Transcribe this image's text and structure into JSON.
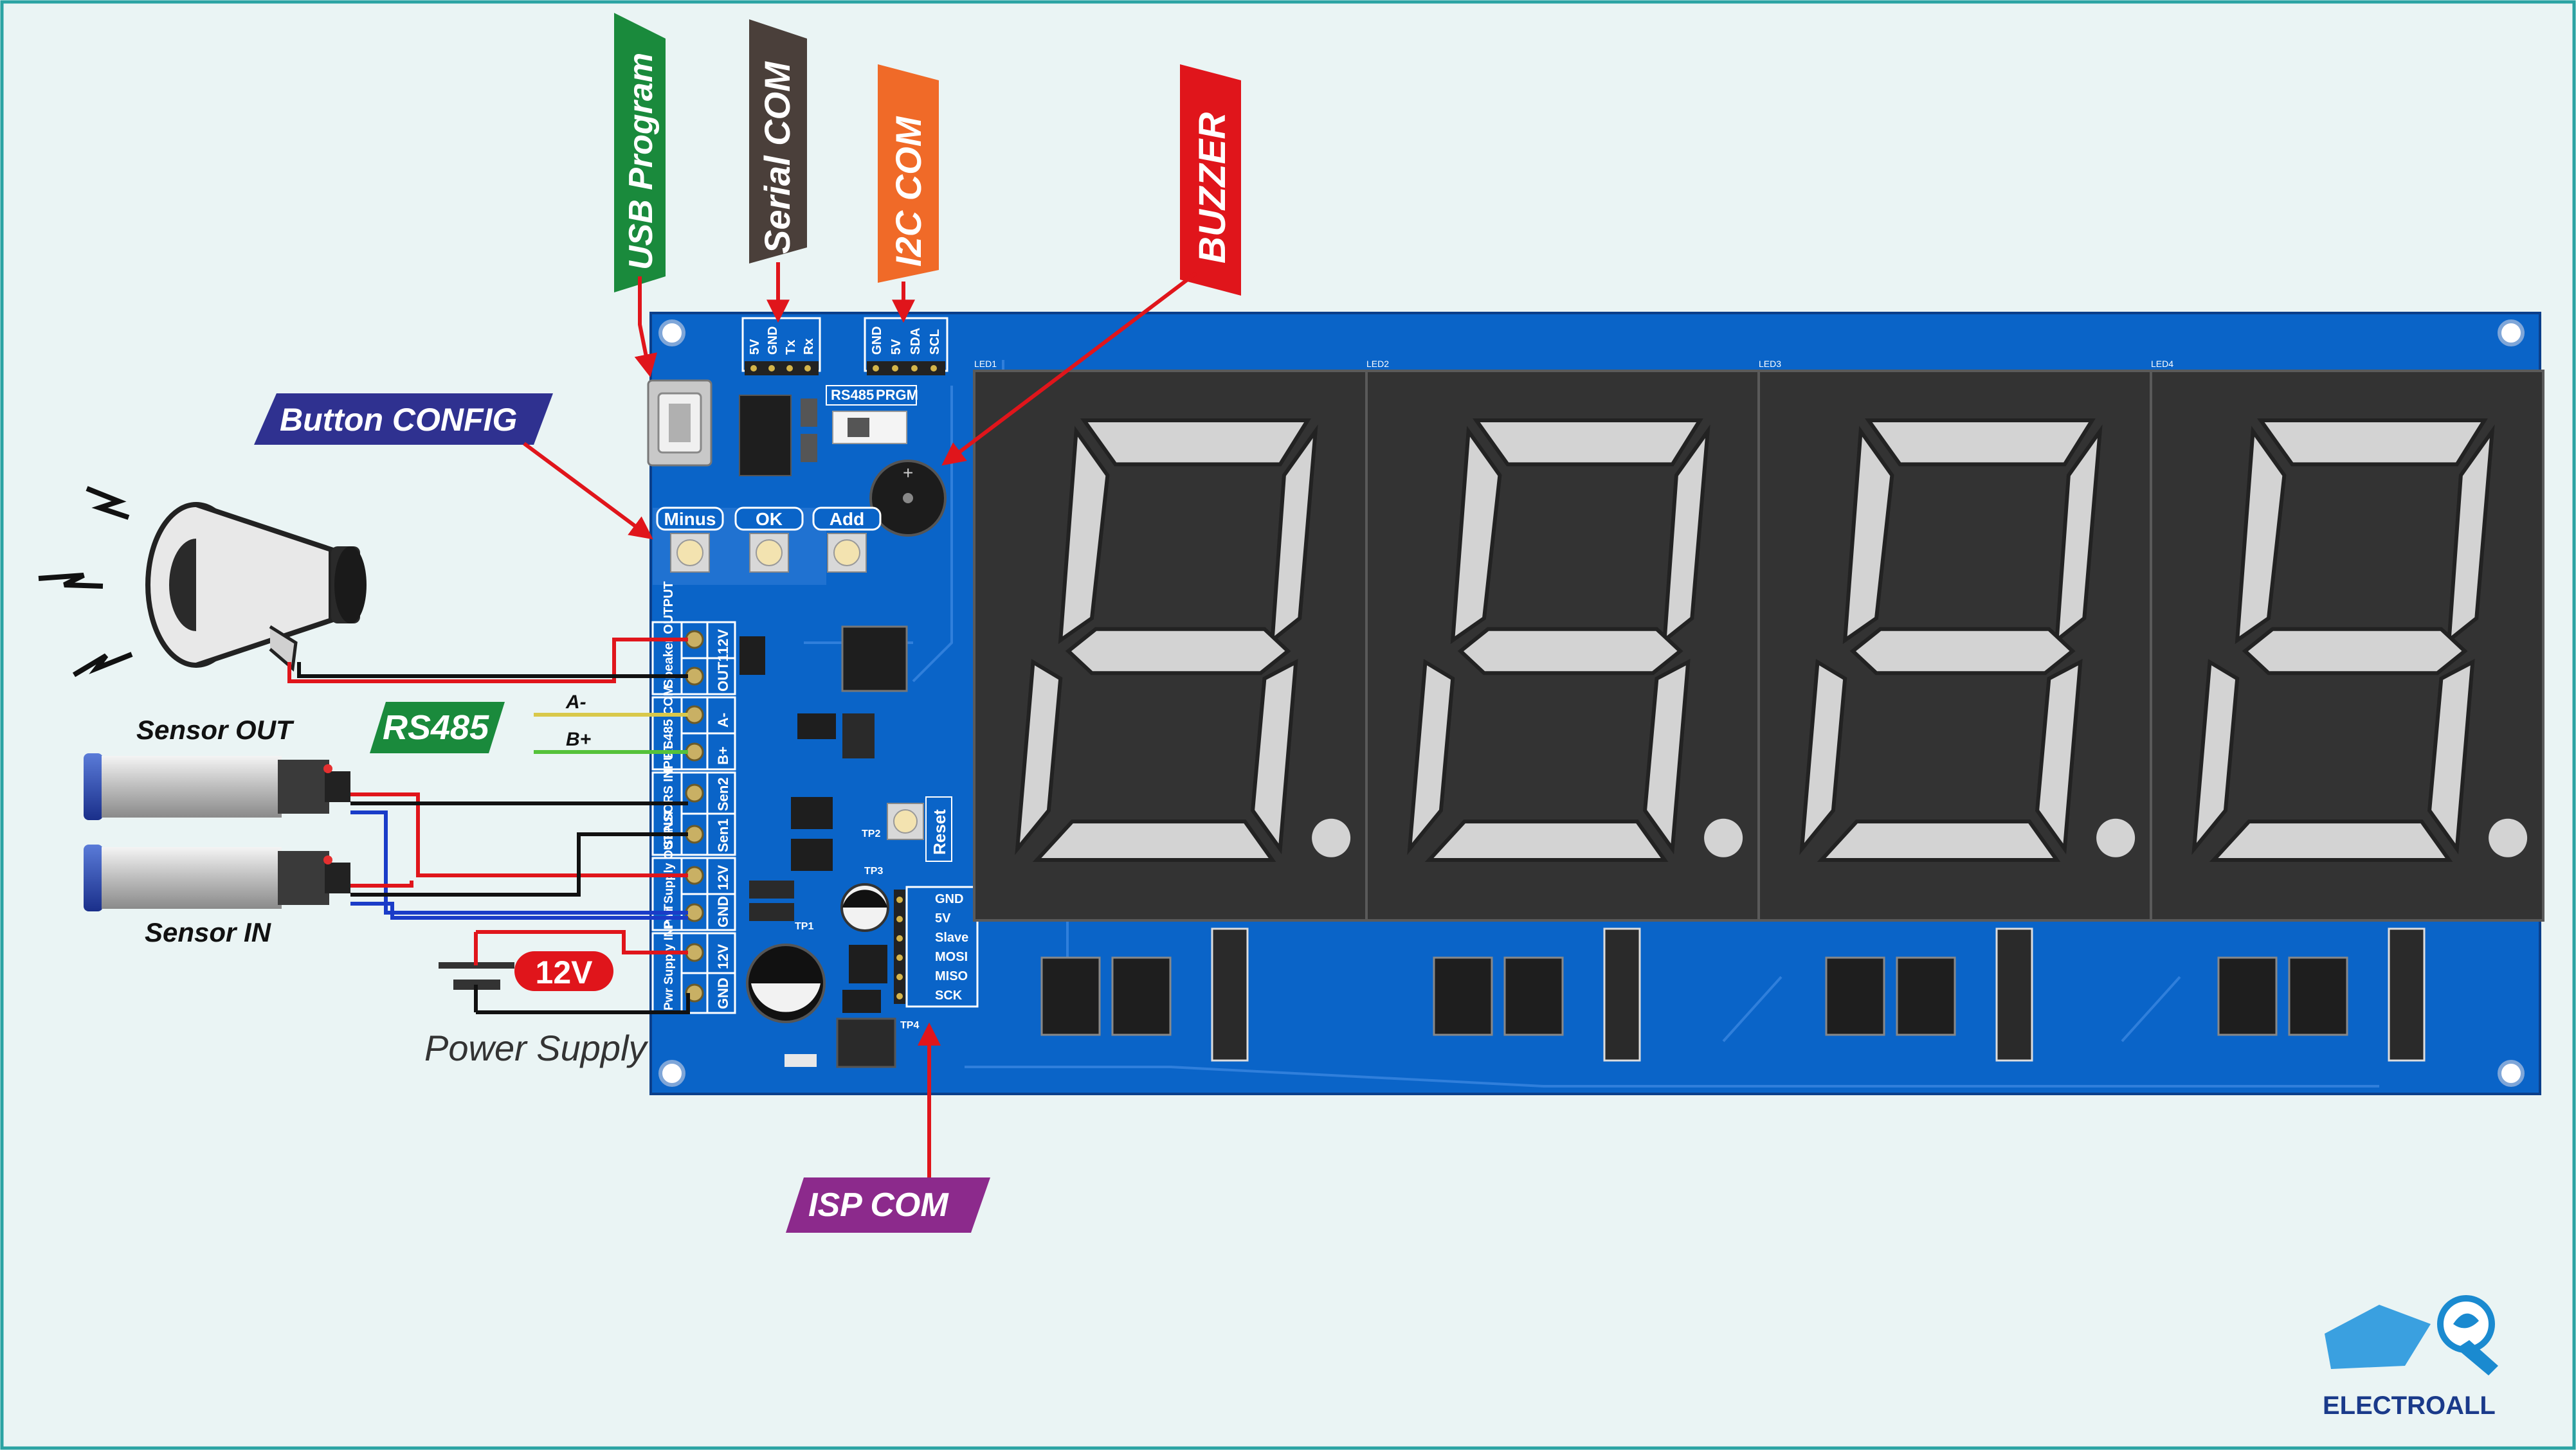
{
  "labels": {
    "usb_program": "USB Program",
    "serial_com": "Serial COM",
    "i2c_com": "I2C COM",
    "buzzer": "BUZZER",
    "button_config": "Button CONFIG",
    "rs485": "RS485",
    "isp_com": "ISP COM",
    "sensor_out": "Sensor OUT",
    "sensor_in": "Sensor IN",
    "power_supply": "Power Supply",
    "voltage": "12V",
    "wire_a": "A-",
    "wire_b": "B+"
  },
  "board": {
    "serial_pins": [
      "5V",
      "GND",
      "Tx",
      "Rx"
    ],
    "i2c_pins": [
      "GND",
      "5V",
      "SDA",
      "SCL"
    ],
    "switch_labels": [
      "RS485",
      "PRGM"
    ],
    "buttons": [
      "Minus",
      "OK",
      "Add"
    ],
    "reset": "Reset",
    "isp_pins": [
      "GND",
      "5V",
      "Slave",
      "MOSI",
      "MISO",
      "SCK"
    ],
    "testpoints": [
      "TP1",
      "TP2",
      "TP3",
      "TP4"
    ],
    "terminal_groups": [
      {
        "name": "Speaker OUTPUT",
        "pins": [
          "12V",
          "OUT1"
        ]
      },
      {
        "name": "RS485 COM",
        "pins": [
          "A-",
          "B+"
        ]
      },
      {
        "name": "SENSORS INPUT",
        "pins": [
          "Sen2",
          "Sen1"
        ]
      },
      {
        "name": "Pwr Supply OUTPUT",
        "pins": [
          "12V",
          "GND"
        ]
      },
      {
        "name": "Pwr Supply INPUT",
        "pins": [
          "12V",
          "GND"
        ]
      }
    ],
    "led_refs": [
      "LED1",
      "LED2",
      "LED3",
      "LED4"
    ]
  },
  "digits": [
    "8",
    "8",
    "8",
    "8"
  ],
  "colors": {
    "board": "#0a64c8",
    "usb_label": "#1a8a3c",
    "serial_label": "#4a3f3a",
    "i2c_label": "#f06a28",
    "buzzer_label": "#e0151b",
    "config_label": "#2f3190",
    "rs485_label": "#1a8a3c",
    "isp_label": "#8c2a8c",
    "arrow": "#e0151b",
    "display_bg": "#333333",
    "segment": "#d3d3d3"
  },
  "brand": "ELECTROALL"
}
